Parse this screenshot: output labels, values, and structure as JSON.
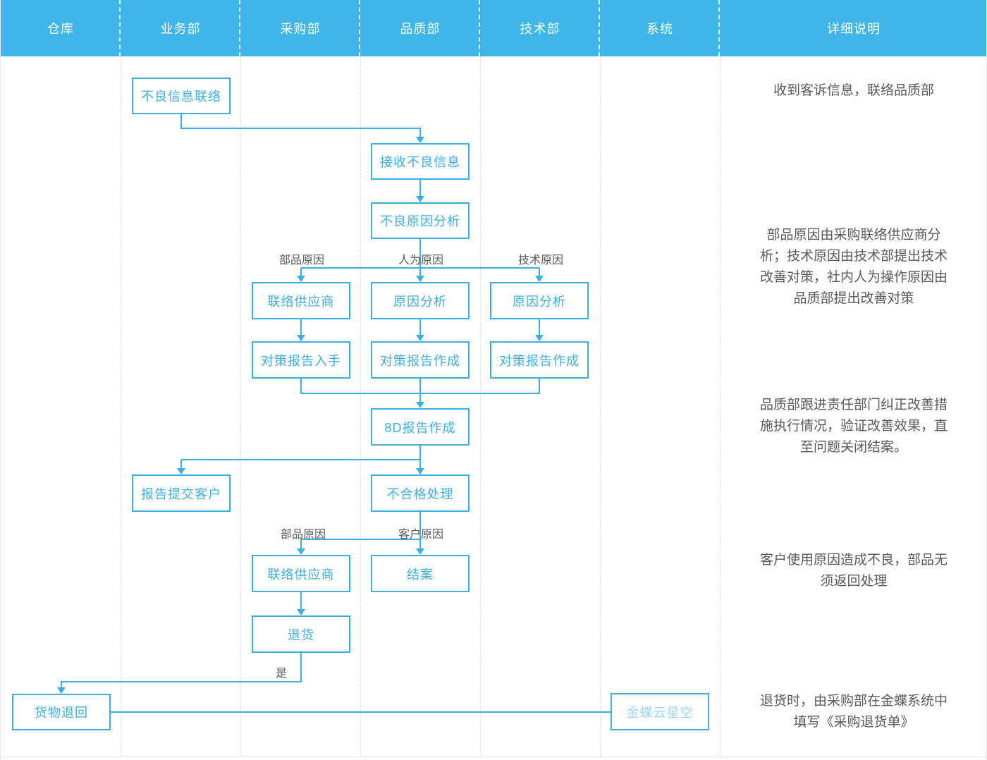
{
  "colors": {
    "header_bg": "#3EB6E8",
    "accent": "#3FAEE3",
    "accent_light": "#98D7F5",
    "gray": "#595959",
    "grid": "#E1E1E1",
    "edge": "#E8E8E8",
    "bg": "#FFFFFF"
  },
  "header": {
    "columns": [
      "仓库",
      "业务部",
      "采购部",
      "品质部",
      "技术部",
      "系统",
      "详细说明"
    ]
  },
  "nodes": [
    {
      "id": "bad-info-contact",
      "label": "不良信息联络"
    },
    {
      "id": "receive-bad-info",
      "label": "接收不良信息"
    },
    {
      "id": "bad-cause-analysis",
      "label": "不良原因分析"
    },
    {
      "id": "contact-supplier-1",
      "label": "联络供应商"
    },
    {
      "id": "cause-analysis-human",
      "label": "原因分析"
    },
    {
      "id": "cause-analysis-tech",
      "label": "原因分析"
    },
    {
      "id": "report-obtain",
      "label": "对策报告入手"
    },
    {
      "id": "report-make-1",
      "label": "对策报告作成"
    },
    {
      "id": "report-make-2",
      "label": "对策报告作成"
    },
    {
      "id": "report-8d",
      "label": "8D报告作成"
    },
    {
      "id": "report-to-customer",
      "label": "报告提交客户"
    },
    {
      "id": "nonconforming-handle",
      "label": "不合格处理"
    },
    {
      "id": "contact-supplier-2",
      "label": "联络供应商"
    },
    {
      "id": "close-case",
      "label": "结案"
    },
    {
      "id": "return-goods",
      "label": "退货"
    },
    {
      "id": "goods-returned",
      "label": "货物退回"
    },
    {
      "id": "kingdee-cloud",
      "label": "金蝶云星空"
    }
  ],
  "edge_labels": [
    {
      "id": "part-cause-1",
      "label": "部品原因"
    },
    {
      "id": "human-cause",
      "label": "人为原因"
    },
    {
      "id": "tech-cause",
      "label": "技术原因"
    },
    {
      "id": "part-cause-2",
      "label": "部品原因"
    },
    {
      "id": "customer-cause",
      "label": "客户原因"
    },
    {
      "id": "yes",
      "label": "是"
    }
  ],
  "notes": [
    "收到客诉信息，联络品质部",
    "部品原因由采购联络供应商分析；技术原因由技术部提出技术改善对策，社内人为操作原因由品质部提出改善对策",
    "品质部跟进责任部门纠正改善措施执行情况，验证改善效果，直至问题关闭结案。",
    "客户使用原因造成不良，部品无须返回处理",
    "退货时，由采购部在金蝶系统中填写《采购退货单》"
  ]
}
